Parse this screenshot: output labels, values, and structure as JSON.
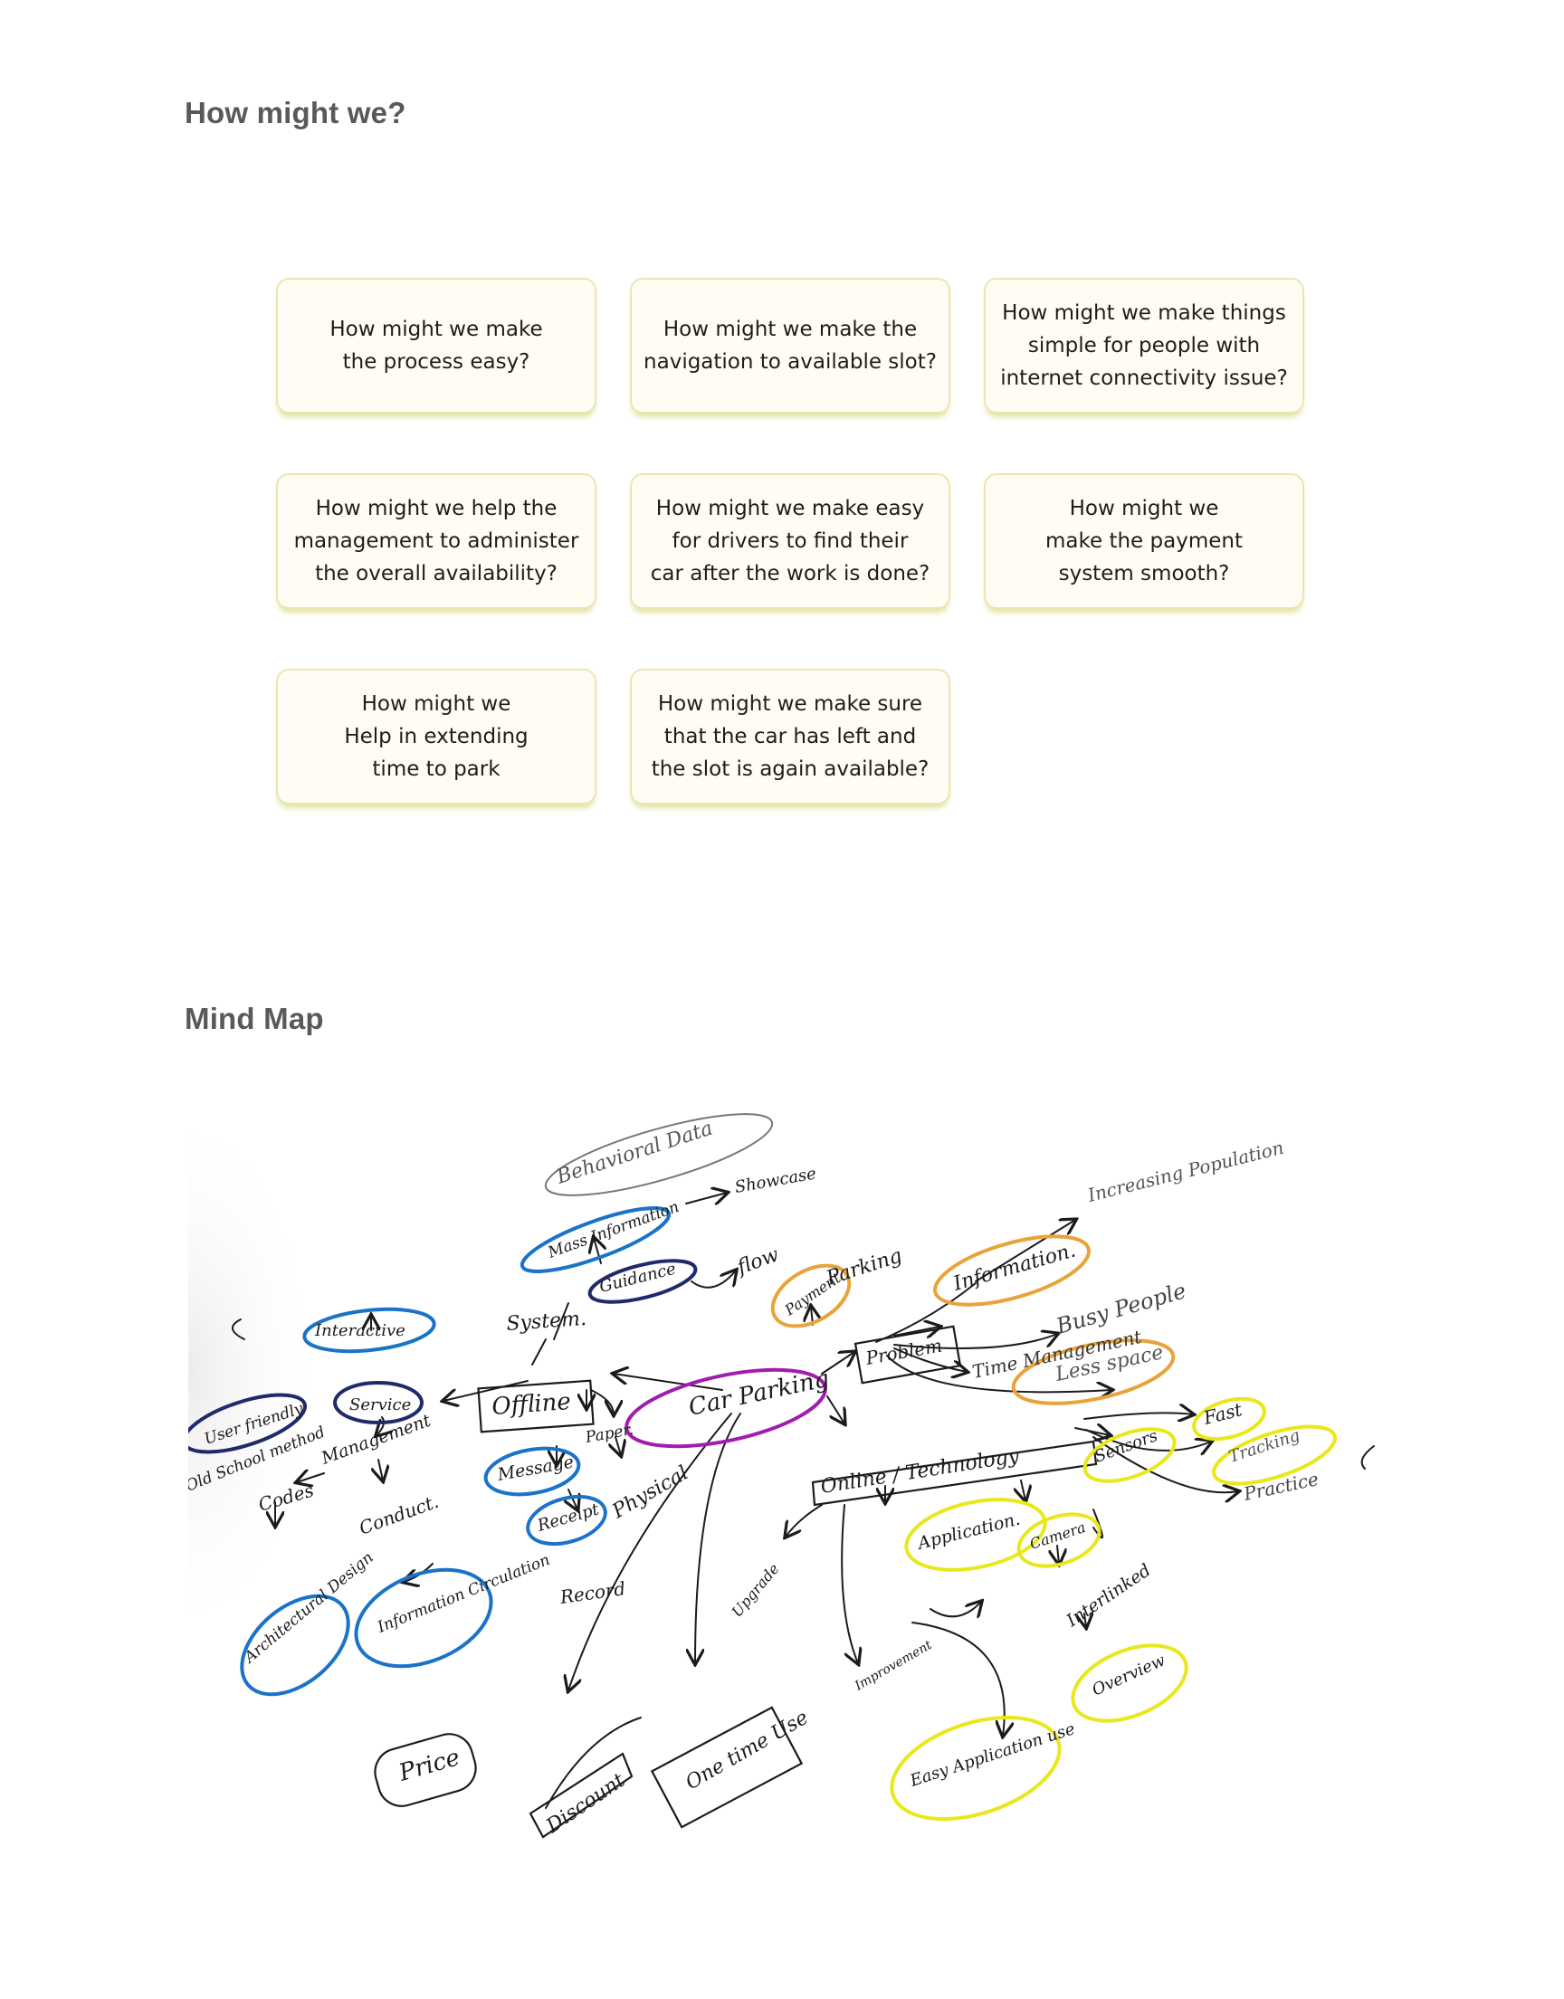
{
  "sections": {
    "hmw_title": "How might we?",
    "mindmap_title": "Mind Map"
  },
  "cards": [
    {
      "text": "How might we make\nthe process easy?"
    },
    {
      "text": "How might we make the\nnavigation to available slot?"
    },
    {
      "text": "How might we make things\nsimple for people with\ninternet connectivity issue?"
    },
    {
      "text": "How might we help the\nmanagement to administer\nthe overall availability?"
    },
    {
      "text": "How might we make easy\nfor drivers to find their\ncar after the work is done?"
    },
    {
      "text": "How might we\nmake the payment\nsystem smooth?"
    },
    {
      "text": "How might we\nHelp in extending\ntime to park"
    },
    {
      "text": "How might we make sure\nthat the car has left and\nthe slot is again available?"
    }
  ],
  "mindmap": {
    "center": "Car Parking",
    "nodes": {
      "behavioral_data": "Behavioral Data",
      "showcase": "Showcase",
      "mass_information": "Mass Information",
      "guidance": "Guidance",
      "flow": "flow",
      "system": "System.",
      "offline": "Offline",
      "interactive": "Interactive",
      "service": "Service",
      "user_friendly": "User friendly",
      "old_school_method": "Old School method",
      "management": "Management",
      "codes": "Codes",
      "architectural_design": "Architectural Design",
      "conduct": "Conduct.",
      "information_circulation": "Information Circulation",
      "price": "Price",
      "message": "Message",
      "receipt": "Receipt",
      "record": "Record",
      "paper": "Paper.",
      "physical": "Physical",
      "payment": "Payment",
      "parking": "Parking",
      "problem": "Problem",
      "increasing_population": "Increasing Population",
      "information": "Information.",
      "busy_people": "Busy People",
      "time_management": "Time Management",
      "less_space": "Less space",
      "online_technology": "Online / Technology",
      "sensors": "Sensors",
      "fast": "Fast",
      "tracking": "Tracking",
      "practice": "Practice",
      "application": "Application.",
      "camera": "Camera",
      "interlinked": "Interlinked",
      "overview": "Overview",
      "upgrade": "Upgrade",
      "improvement": "Improvement",
      "easy_application_use": "Easy Application use",
      "discount": "Discount",
      "one_time_use": "One time Use"
    }
  },
  "colors": {
    "title": "#58595b",
    "card_bg": "#fffdf3",
    "card_border": "#ece5b3",
    "blue_ring": "#1a73c9",
    "orange_ring": "#e8a33a",
    "yellow_ring": "#e8e81a",
    "purple_ring": "#a21caf",
    "navy_ring": "#1f2a6b",
    "ink": "#1b1b1b"
  }
}
